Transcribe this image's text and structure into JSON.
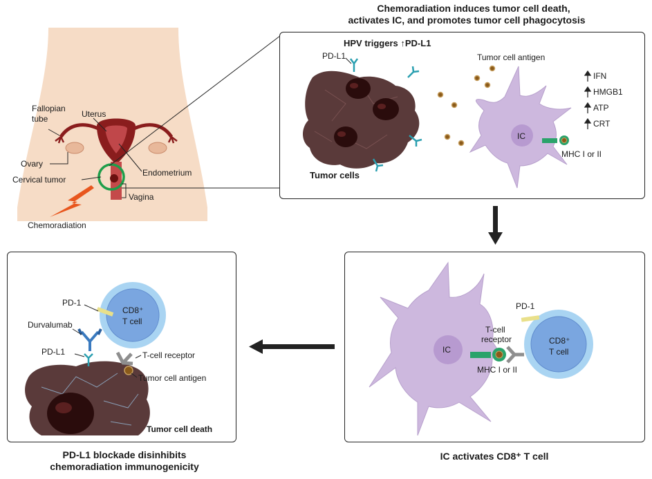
{
  "top_title": {
    "line1": "Chemoradiation induces tumor cell death,",
    "line2": "activates IC, and promotes tumor cell phagocytosis"
  },
  "anatomy": {
    "fallopian_tube_1": "Fallopian",
    "fallopian_tube_2": "tube",
    "uterus": "Uterus",
    "ovary": "Ovary",
    "endometrium": "Endometrium",
    "cervical_tumor": "Cervical tumor",
    "vagina": "Vagina",
    "chemoradiation": "Chemoradiation"
  },
  "panel_top": {
    "hpv_triggers": "HPV triggers",
    "up_arrow": "↑",
    "pdl1_title": "PD-L1",
    "pdl1_label": "PD-L1",
    "tumor_cell_antigen": "Tumor cell antigen",
    "tumor_cells": "Tumor cells",
    "ic": "IC",
    "mhc": "MHC I or II",
    "markers": [
      "IFN",
      "HMGB1",
      "ATP",
      "CRT"
    ]
  },
  "panel_right": {
    "ic": "IC",
    "pd1": "PD-1",
    "tcr_1": "T-cell",
    "tcr_2": "receptor",
    "mhc": "MHC I or II",
    "cd8_1": "CD8⁺",
    "cd8_2": "T cell",
    "caption": "IC activates CD8⁺ T cell"
  },
  "panel_left": {
    "pd1": "PD-1",
    "durvalumab": "Durvalumab",
    "pdl1": "PD-L1",
    "tcr": "T-cell receptor",
    "tumor_antigen": "Tumor cell antigen",
    "tumor_death": "Tumor cell death",
    "cd8_1": "CD8⁺",
    "cd8_2": "T cell",
    "caption_1": "PD-L1 blockade disinhibits",
    "caption_2": "chemoradiation immunogenicity"
  },
  "colors": {
    "tumor": "#5a3a3a",
    "ic": "#cdb8de",
    "tcell": "#7aa6e0",
    "tcell_rim": "#a9d4f2",
    "mhc": "#2aa36a",
    "pdl1": "#2a9fb0",
    "pd1": "#e9e08a",
    "bolt": "#e8561e",
    "highlight": "#1e9e4a"
  }
}
